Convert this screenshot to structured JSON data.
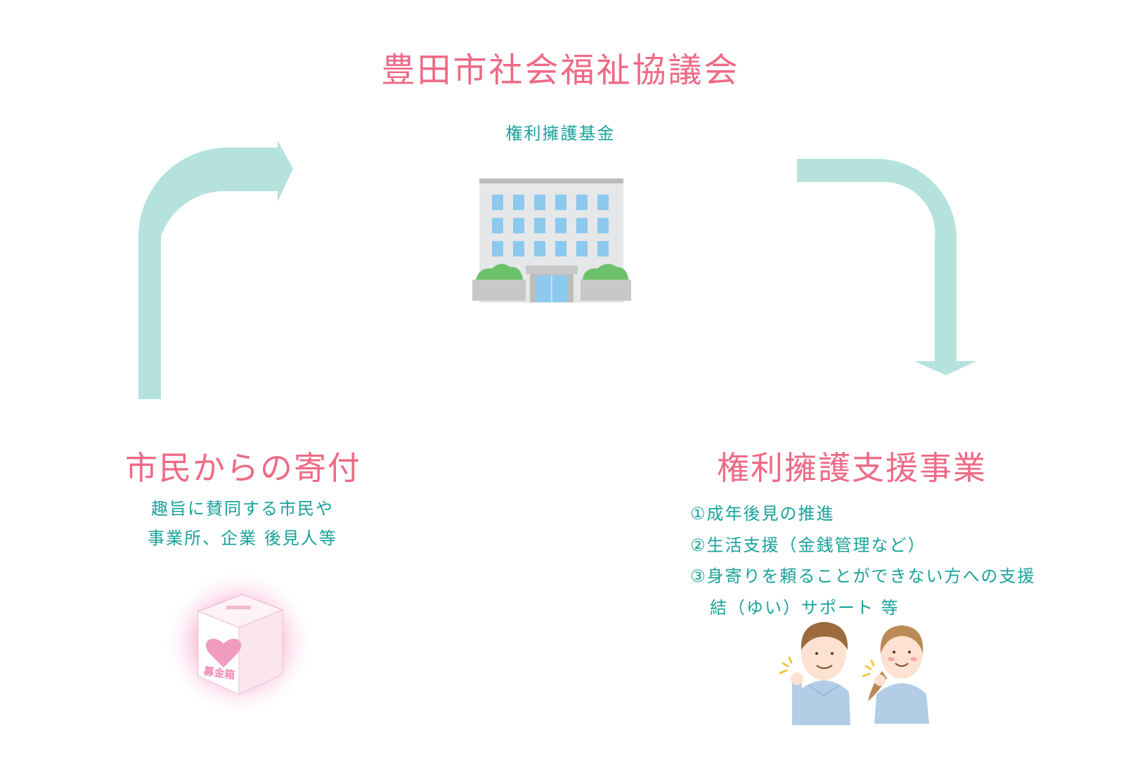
{
  "organization": {
    "title": "豊田市社会福祉協議会",
    "fund_label": "権利擁護基金"
  },
  "donation": {
    "title": "市民からの寄付",
    "description_lines": [
      "趣旨に賛同する市民や",
      "事業所、企業 後見人等"
    ],
    "box_label": "募金箱"
  },
  "support": {
    "title": "権利擁護支援事業",
    "items": [
      "①成年後見の推進",
      "②生活支援（金銭管理など）",
      "③身寄りを頼ることができない方への支援",
      "結（ゆい）サポート 等"
    ]
  },
  "colors": {
    "title_pink": "#ee6a86",
    "text_teal": "#1aa19b",
    "arrow": "#b5e2dd"
  },
  "icons": [
    "building-icon",
    "donation-box-icon",
    "people-icon",
    "arrow-up-right-icon",
    "arrow-right-down-icon"
  ]
}
